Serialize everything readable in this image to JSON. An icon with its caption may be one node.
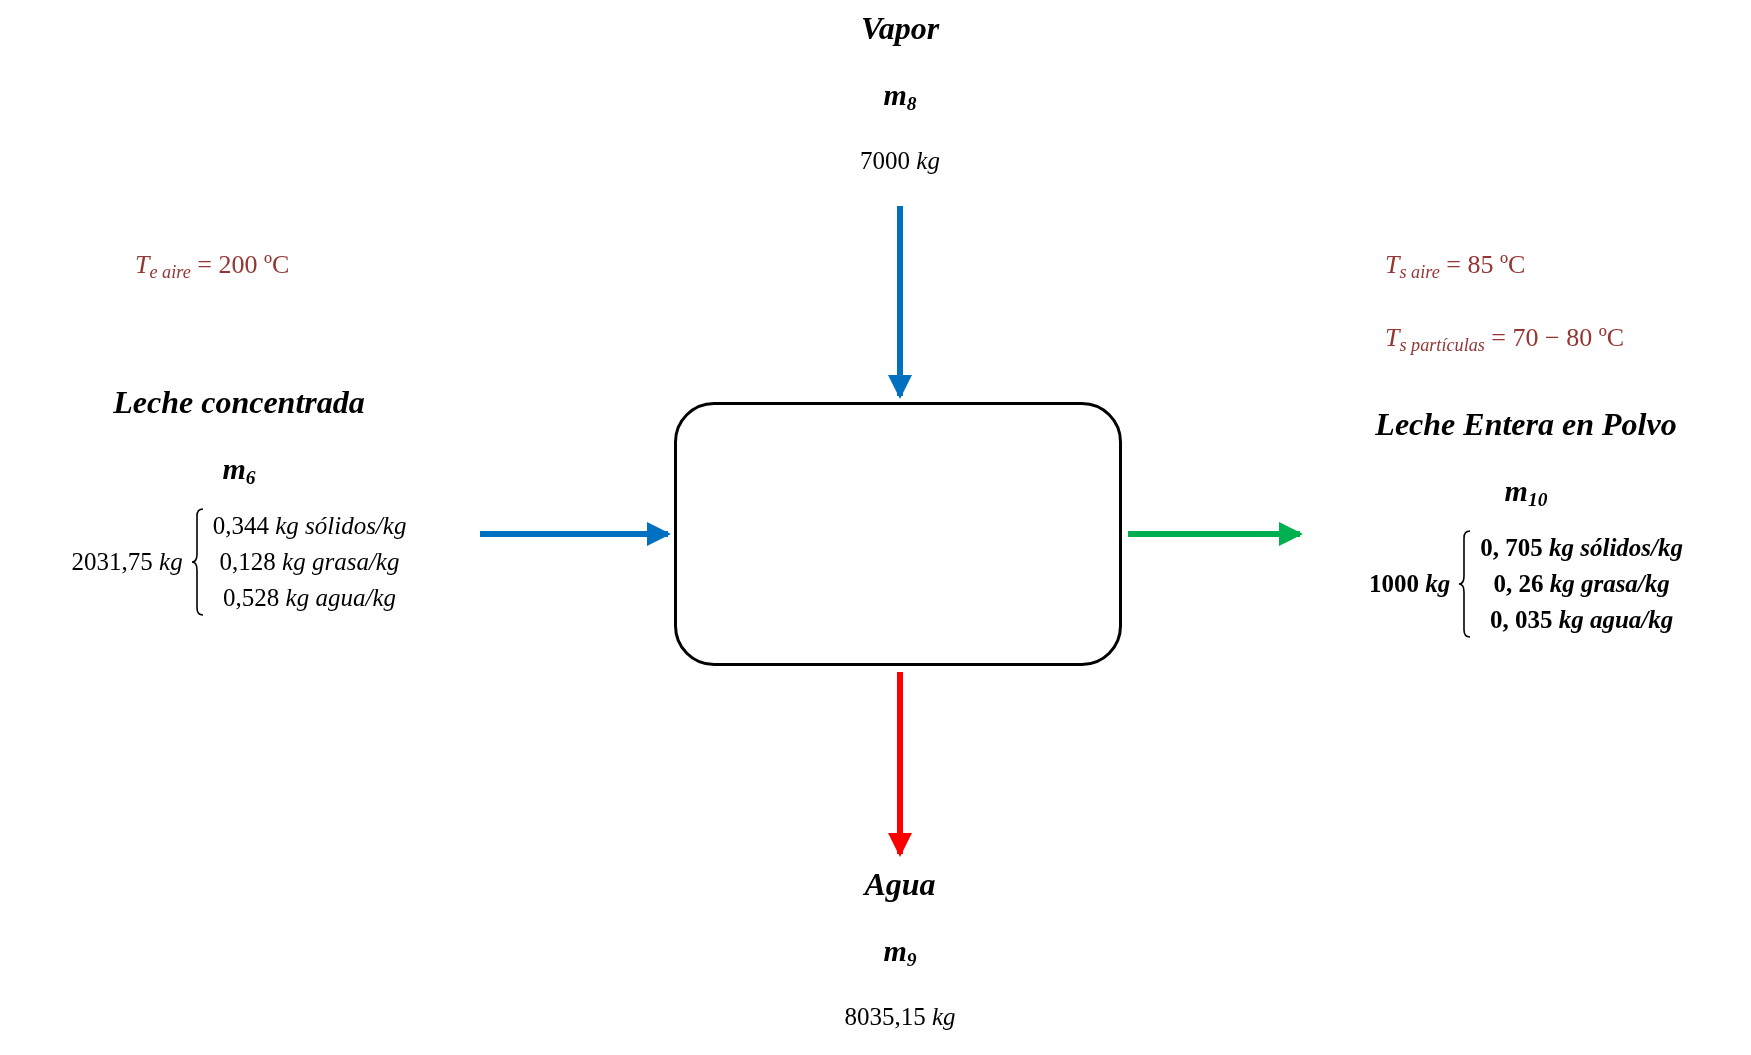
{
  "diagram": {
    "nodes": [
      {
        "text": [],
        "shape": "box"
      },
      {
        "text": [
          "Vapor",
          "m$_{8}$",
          "7000 *kg*"
        ]
      },
      {
        "text": [
          "Leche concentrada",
          "m$_{6}$",
          "2031,75 *kg*",
          "0,344 *kg sólidos/kg*",
          "0,128 *kg grasa/kg*",
          "0,528 *kg agua/kg*"
        ]
      },
      {
        "text": [
          "Agua",
          "m$_{9}$",
          "8035,15 *kg*"
        ]
      },
      {
        "text": [
          "Leche Entera en Polvo",
          "m$_{10}$",
          "1000 *kg*",
          "0, 705 *kg sólidos/kg*",
          "0, 26 *kg grasa/kg*",
          "0, 035 *kg agua/kg*"
        ]
      }
    ],
    "edges": [
      {
        "from": 1,
        "to": 0,
        "arrow": "to",
        "color": "#0070c0"
      },
      {
        "from": 2,
        "to": 0,
        "arrow": "to",
        "color": "#0070c0"
      },
      {
        "from": 0,
        "to": 3,
        "arrow": "to",
        "color": "#ff0000"
      },
      {
        "from": 0,
        "to": 4,
        "arrow": "to",
        "color": "#00b050"
      }
    ],
    "labels": [
      "*T*$_{e aire}$ = 200 ºC",
      "*T*$_{s aire}$ = 85 ºC",
      "*T*$_{s partículas}$ = 70 − 80 ºC"
    ]
  }
}
